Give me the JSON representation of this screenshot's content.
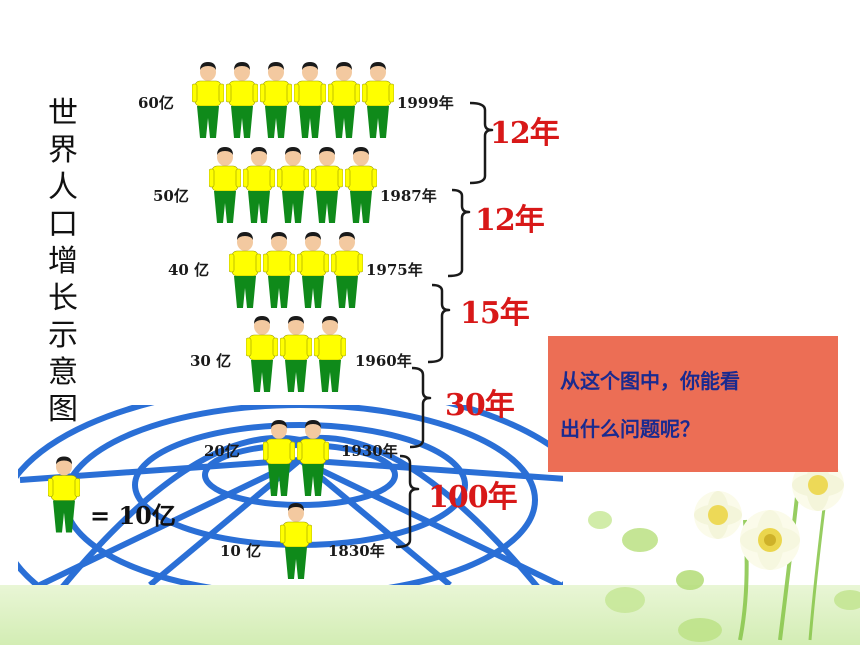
{
  "title": "世界人口增长示意图",
  "legend": {
    "text": "= 10亿"
  },
  "question": {
    "line1": "从这个图中，你能看",
    "line2": "出什么问题呢？"
  },
  "colors": {
    "shirt": "#ffff00",
    "pants": "#0f8a1a",
    "interval": "#d81818",
    "question_bg": "#ec6e55",
    "question_text": "#1a2a8f",
    "globe_grid": "#2a6fd6"
  },
  "levels": [
    {
      "population": "60亿",
      "year": "1999年",
      "count": 6
    },
    {
      "population": "50亿",
      "year": "1987年",
      "count": 5
    },
    {
      "population": "40 亿",
      "year": "1975年",
      "count": 4
    },
    {
      "population": "30 亿",
      "year": "1960年",
      "count": 3
    },
    {
      "population": "20亿",
      "year": "1930年",
      "count": 2
    },
    {
      "population": "10 亿",
      "year": "1830年",
      "count": 1
    }
  ],
  "intervals": [
    {
      "label": "12年"
    },
    {
      "label": "12年"
    },
    {
      "label": "15年"
    },
    {
      "label": "30年"
    },
    {
      "label": "100年"
    }
  ]
}
